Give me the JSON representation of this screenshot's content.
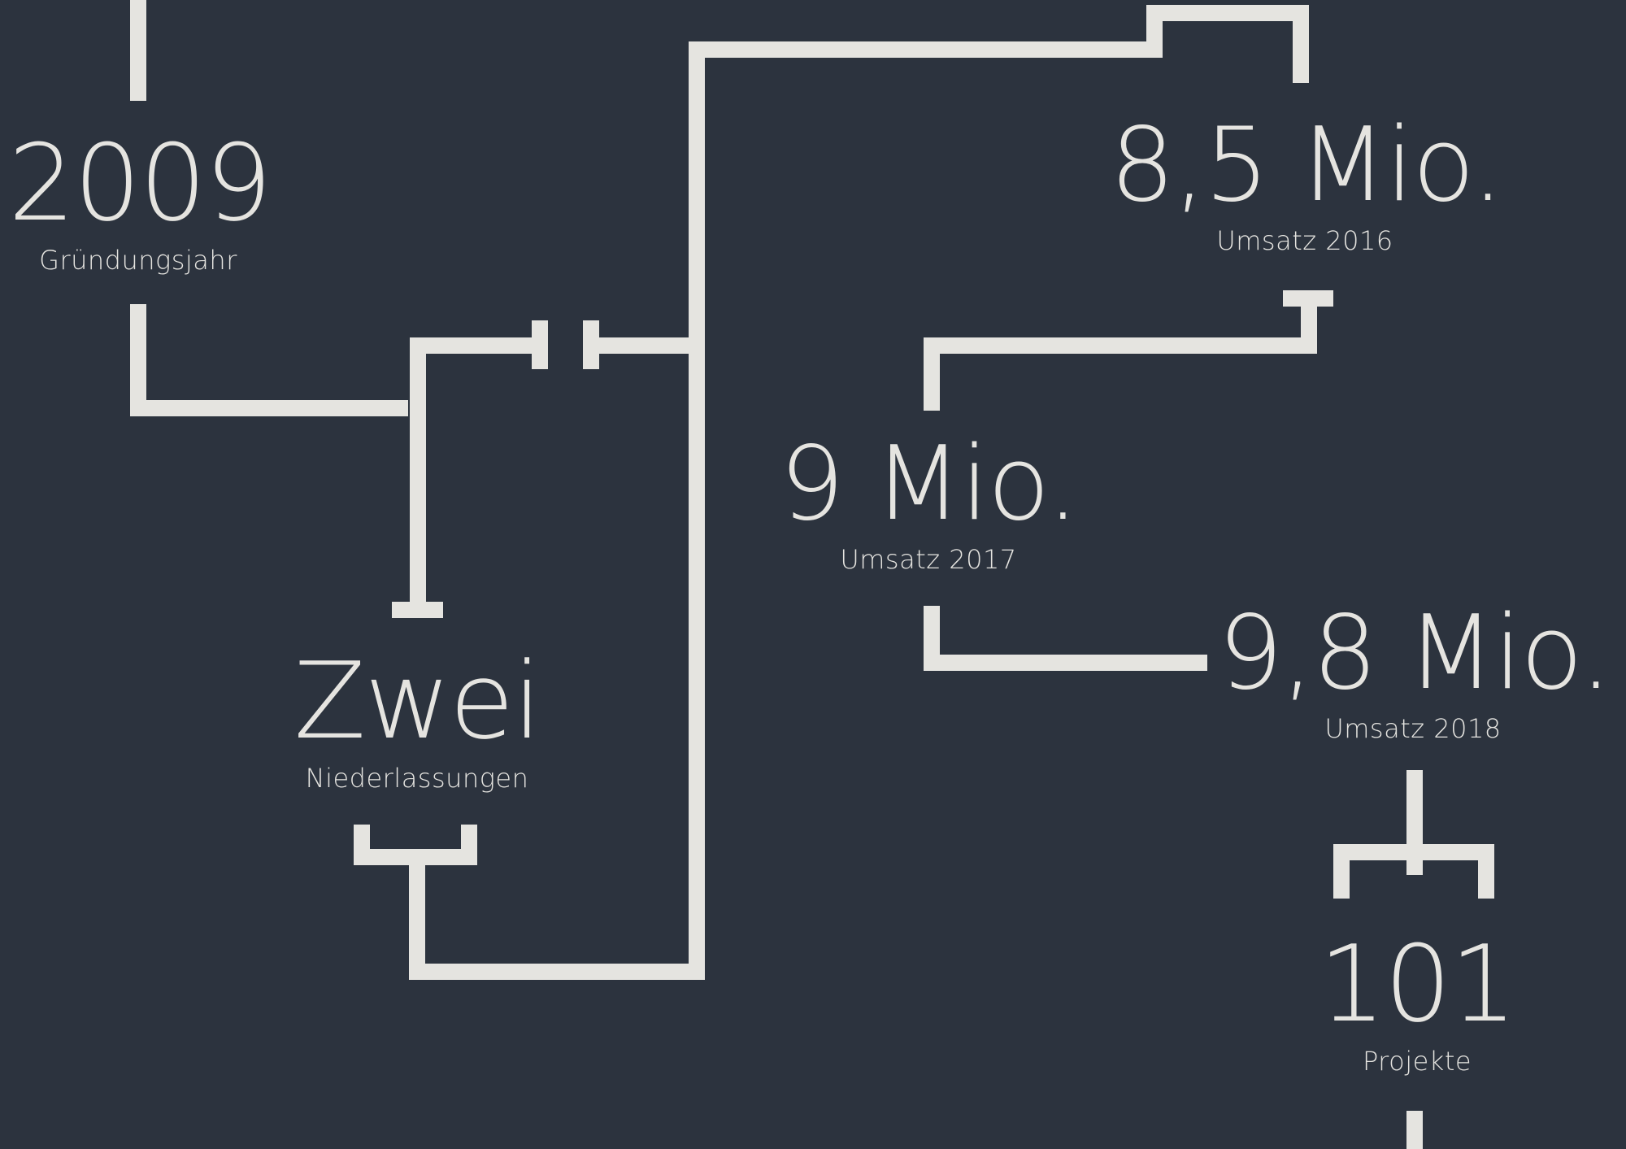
{
  "colors": {
    "background": "#2c333e",
    "line": "#e5e4e0",
    "text": "#e5e4e0"
  },
  "stats": {
    "founding": {
      "value": "2009",
      "label": "Gründungsjahr"
    },
    "branches": {
      "value": "Zwei",
      "label": "Niederlassungen"
    },
    "revenue_2016": {
      "value": "8,5 Mio.",
      "label": "Umsatz 2016"
    },
    "revenue_2017": {
      "value": "9 Mio.",
      "label": "Umsatz 2017"
    },
    "revenue_2018": {
      "value": "9,8 Mio.",
      "label": "Umsatz 2018"
    },
    "projects": {
      "value": "101",
      "label": "Projekte"
    }
  }
}
